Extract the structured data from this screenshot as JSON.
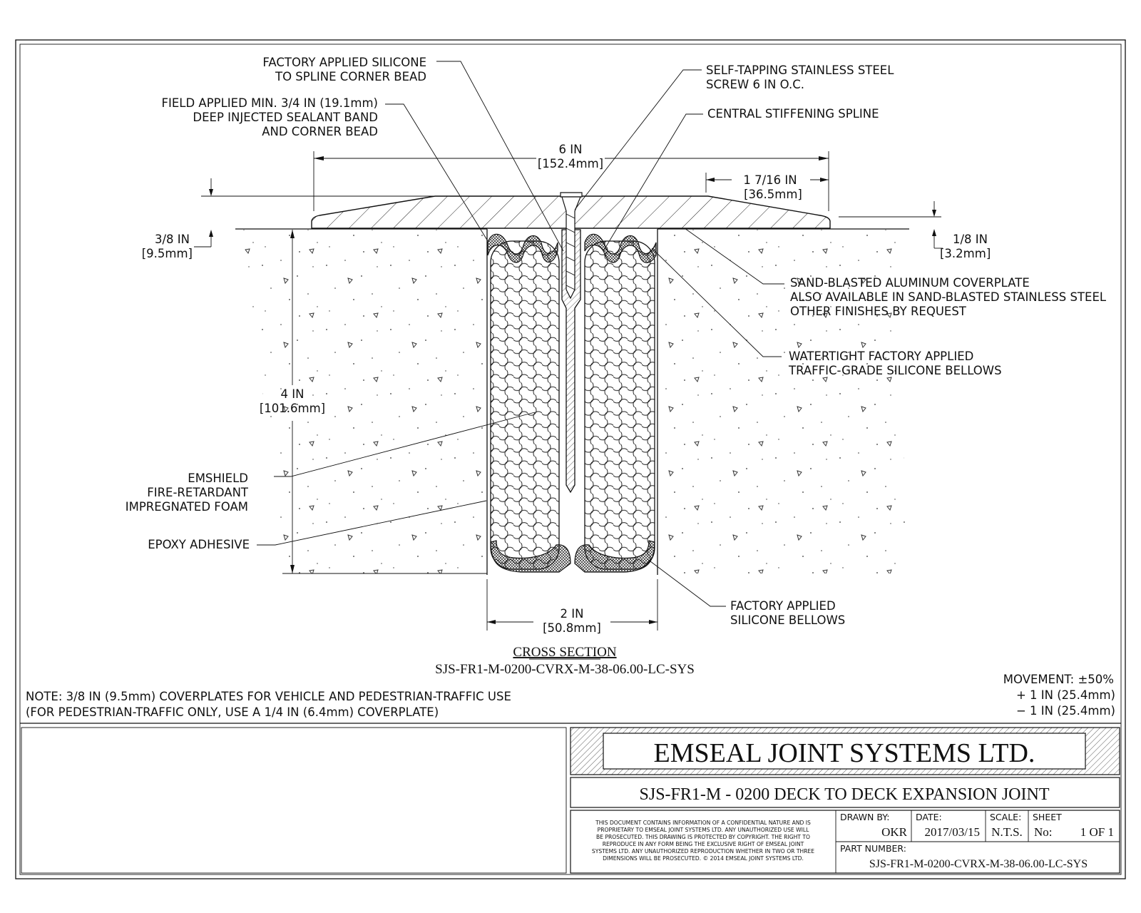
{
  "labels": {
    "silicone_bead_1": "FACTORY APPLIED SILICONE",
    "silicone_bead_2": "TO SPLINE CORNER BEAD",
    "field_sealant_1": "FIELD APPLIED MIN. 3/4 IN (19.1mm)",
    "field_sealant_2": "DEEP INJECTED SEALANT BAND",
    "field_sealant_3": "AND CORNER BEAD",
    "screw_1": "SELF-TAPPING STAINLESS STEEL",
    "screw_2": "SCREW 6 IN O.C.",
    "spline": "CENTRAL STIFFENING SPLINE",
    "coverplate_1": "SAND-BLASTED ALUMINUM COVERPLATE",
    "coverplate_2": "ALSO AVAILABLE IN SAND-BLASTED STAINLESS STEEL",
    "coverplate_3": "OTHER FINISHES BY REQUEST",
    "bellows_top_1": "WATERTIGHT FACTORY APPLIED",
    "bellows_top_2": "TRAFFIC-GRADE SILICONE BELLOWS",
    "foam_1": "EMSHIELD",
    "foam_2": "FIRE-RETARDANT",
    "foam_3": "IMPREGNATED FOAM",
    "epoxy": "EPOXY ADHESIVE",
    "bellows_bottom_1": "FACTORY APPLIED",
    "bellows_bottom_2": "SILICONE BELLOWS"
  },
  "dimensions": {
    "width_in": "6 IN",
    "width_mm": "[152.4mm]",
    "taper_in": "1 7/16 IN",
    "taper_mm": "[36.5mm]",
    "plate_in": "3/8 IN",
    "plate_mm": "[9.5mm]",
    "edge_in": "1/8 IN",
    "edge_mm": "[3.2mm]",
    "depth_in": "4 IN",
    "depth_mm": "[101.6mm]",
    "joint_in": "2 IN",
    "joint_mm": "[50.8mm]"
  },
  "section": {
    "title": "CROSS SECTION",
    "code": "SJS-FR1-M-0200-CVRX-M-38-06.00-LC-SYS"
  },
  "note": {
    "line1": "NOTE:  3/8 IN (9.5mm) COVERPLATES FOR VEHICLE AND PEDESTRIAN-TRAFFIC USE",
    "line2": "(FOR PEDESTRIAN-TRAFFIC ONLY, USE A 1/4 IN (6.4mm) COVERPLATE)"
  },
  "movement": {
    "title": "MOVEMENT: ±50%",
    "plus": "+ 1  IN (25.4mm)",
    "minus": "− 1  IN (25.4mm)"
  },
  "title_block": {
    "company": "EMSEAL  JOINT  SYSTEMS  LTD.",
    "product": "SJS-FR1-M  -  0200 DECK TO DECK EXPANSION JOINT",
    "confidential": [
      "THIS DOCUMENT CONTAINS INFORMATION OF A CONFIDENTIAL NATURE AND IS",
      "PROPRIETARY TO EMSEAL JOINT SYSTEMS LTD. ANY UNAUTHORIZED USE WILL",
      "BE PROSECUTED. THIS DRAWING IS PROTECTED BY COPYRIGHT. THE RIGHT TO",
      "REPRODUCE IN ANY FORM BEING THE EXCLUSIVE RIGHT OF EMSEAL JOINT",
      "SYSTEMS LTD. ANY UNAUTHORIZED REPRODUCTION WHETHER IN TWO OR THREE",
      "DIMENSIONS WILL BE PROSECUTED. © 2014 EMSEAL JOINT SYSTEMS LTD."
    ],
    "drawn_by_label": "DRAWN BY:",
    "drawn_by": "OKR",
    "date_label": "DATE:",
    "date": "2017/03/15",
    "scale_label": "SCALE:",
    "scale": "N.T.S.",
    "sheet_label": "SHEET",
    "sheet_no_label": "No:",
    "sheet": "1 OF 1",
    "part_label": "PART NUMBER:",
    "part": "SJS-FR1-M-0200-CVRX-M-38-06.00-LC-SYS"
  }
}
